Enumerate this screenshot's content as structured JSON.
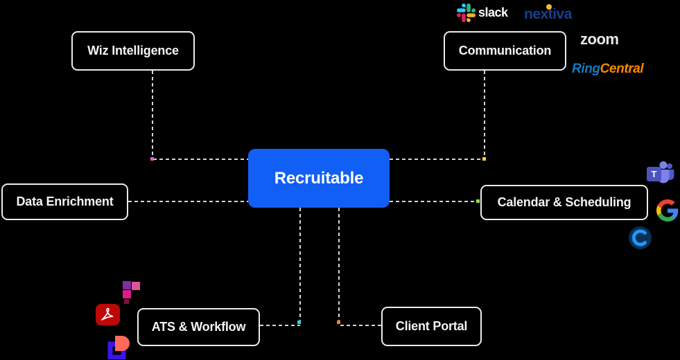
{
  "diagram": {
    "center": {
      "label": "Recruitable"
    },
    "nodes": {
      "wiz": {
        "label": "Wiz Intelligence"
      },
      "communication": {
        "label": "Communication"
      },
      "data_enrichment": {
        "label": "Data Enrichment"
      },
      "calendar": {
        "label": "Calendar & Scheduling"
      },
      "ats": {
        "label": "ATS & Workflow"
      },
      "client_portal": {
        "label": "Client Portal"
      }
    }
  },
  "integrations": {
    "slack": {
      "label": "slack"
    },
    "nextiva": {
      "label": "nextiva"
    },
    "zoom": {
      "label": "zoom"
    },
    "ringcentral": {
      "part1": "Ring",
      "part2": "Central"
    },
    "teams": {
      "letter": "T"
    }
  },
  "icons": {
    "slack": "slack-logo-icon",
    "nextiva_dot": "nextiva-dot-icon",
    "teams": "microsoft-teams-icon",
    "google": "google-g-icon",
    "calendly": "calendly-icon",
    "pink_blocks": "pink-blocks-logo-icon",
    "acrobat": "adobe-acrobat-icon",
    "coral_d": "coral-d-blue-square-logo-icon"
  },
  "colors": {
    "canvas_bg": "#000000",
    "center_box_bg": "#115FF5",
    "box_border": "#ECECEC",
    "connector": "#D6D6D6",
    "dot_pink": "#F753C8",
    "dot_yellow": "#FFD21E",
    "dot_green": "#8EE04E",
    "dot_cyan": "#2ED3E9",
    "dot_orange": "#FF7A1A",
    "slack_text": "#FFFFFF",
    "nextiva_text": "#16418C",
    "nextiva_dot": "#F5B82E",
    "zoom_text": "#E9E9E9",
    "ringcentral_blue": "#1779BE",
    "ringcentral_orange": "#FF8800"
  }
}
